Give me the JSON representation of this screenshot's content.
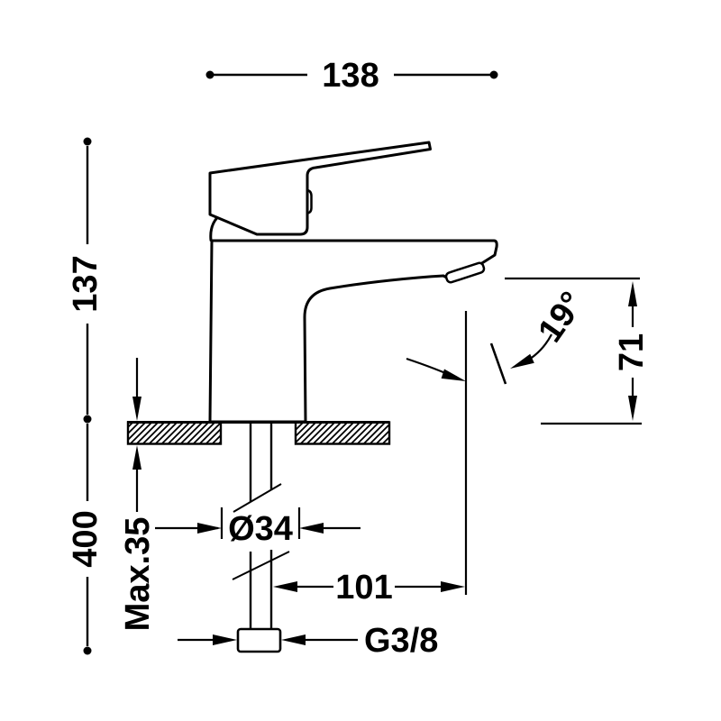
{
  "drawing": {
    "type": "faucet-technical-dimension-drawing",
    "background_color": "#ffffff",
    "line_color": "#000000",
    "labels": {
      "overall_width": "138",
      "height_above_deck": "137",
      "depth_below_deck": "400",
      "max_deck_thickness": "Max.35",
      "hole_diameter": "Ø34",
      "spout_reach": "101",
      "supply_connection": "G3/8",
      "spout_height": "71",
      "spout_angle": "19°"
    }
  }
}
